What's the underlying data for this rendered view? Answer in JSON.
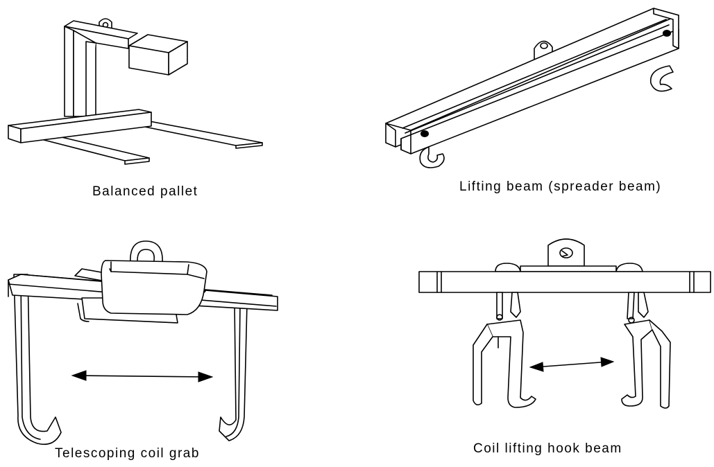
{
  "figures": [
    {
      "id": "balanced-pallet",
      "caption": "Balanced pallet"
    },
    {
      "id": "lifting-beam",
      "caption": "Lifting beam (spreader beam)"
    },
    {
      "id": "telescoping-coil-grab",
      "caption": "Telescoping coil grab"
    },
    {
      "id": "coil-lifting-hook-beam",
      "caption": "Coil lifting hook beam"
    }
  ]
}
